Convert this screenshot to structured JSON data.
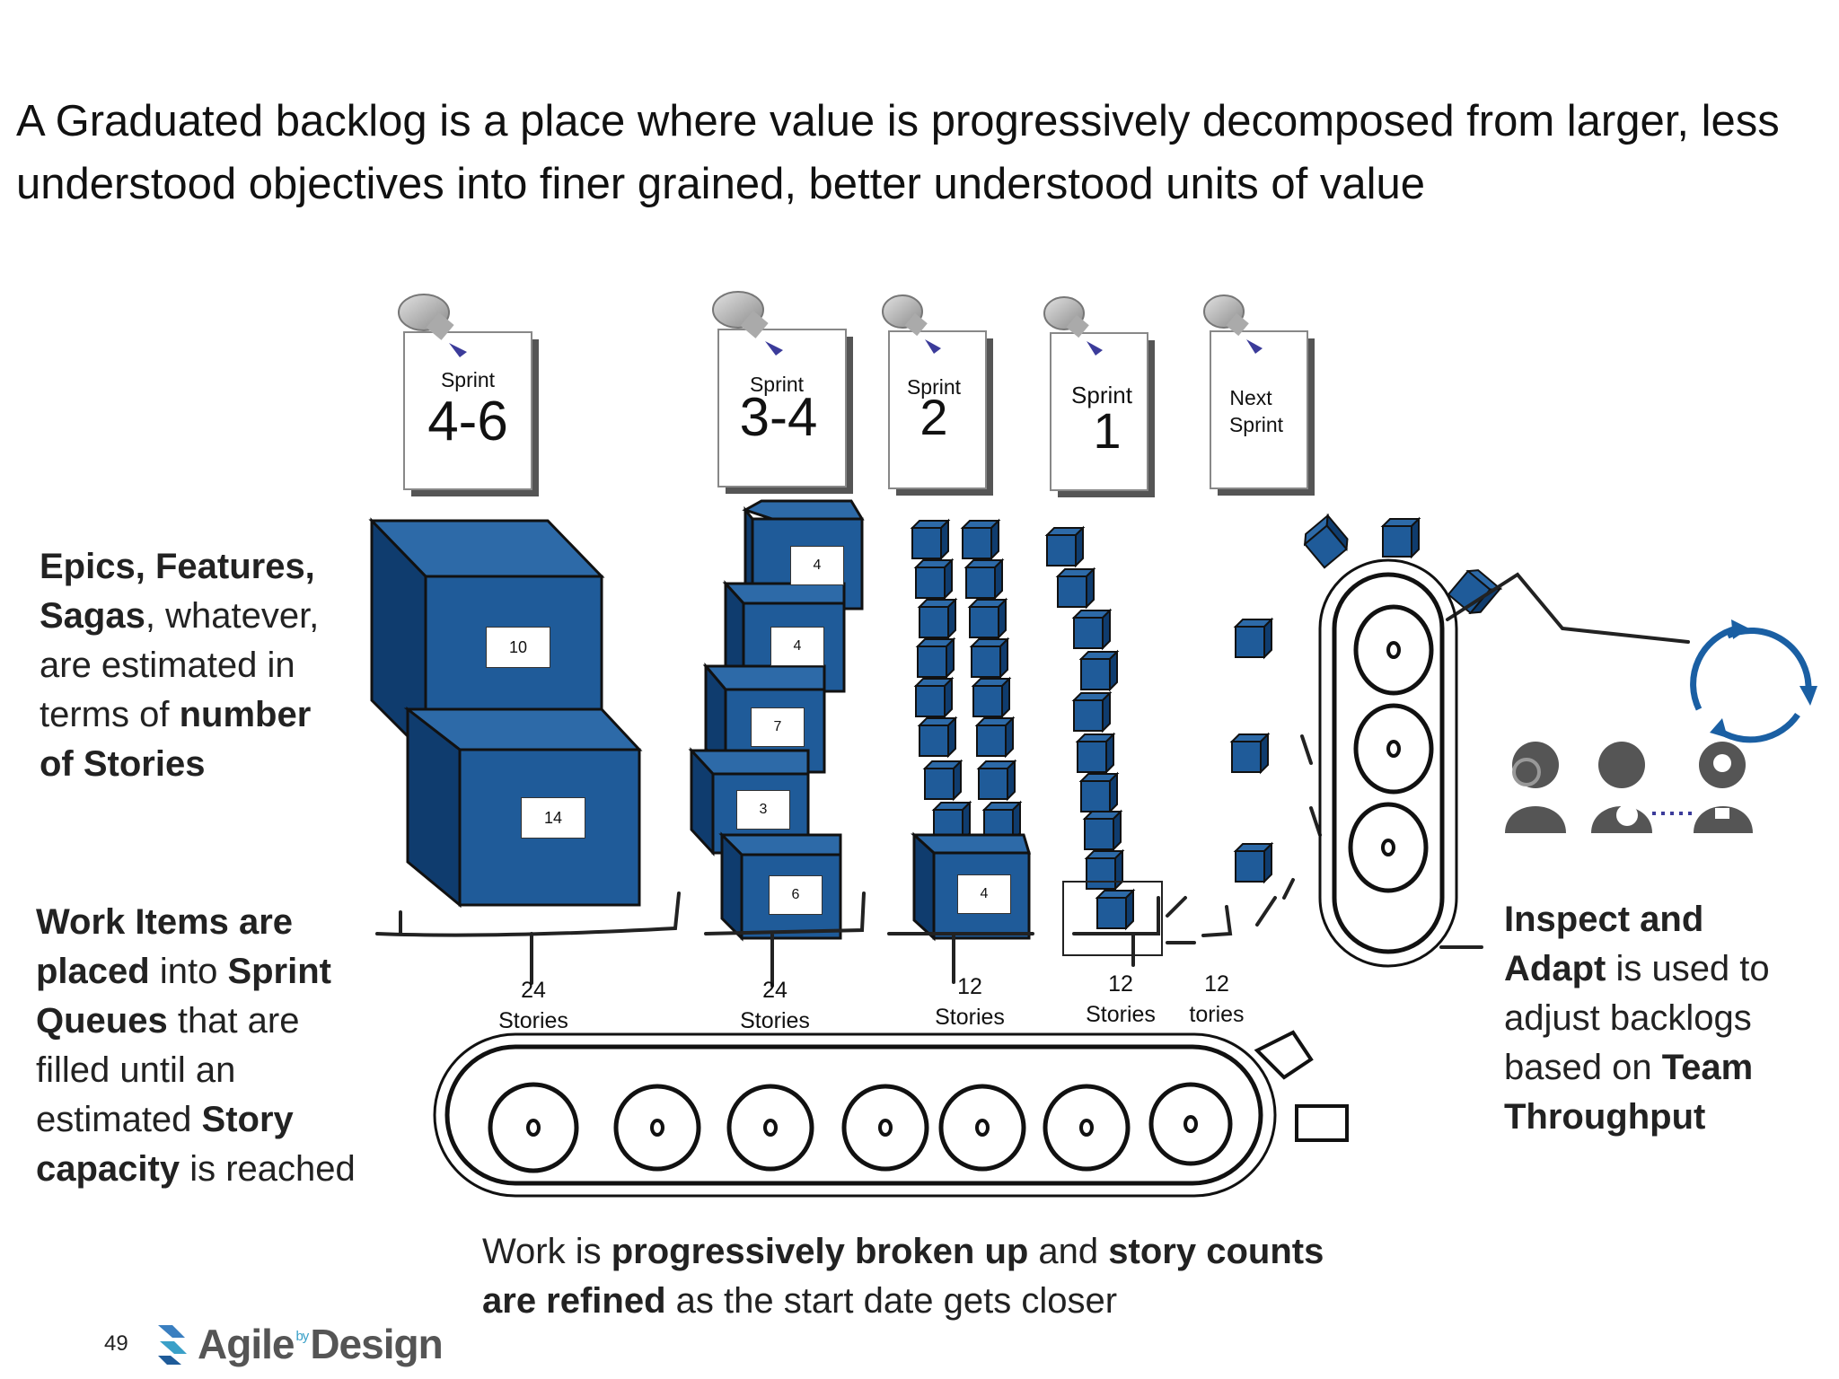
{
  "title": "A Graduated backlog is a place where value is progressively decomposed from larger, less understood objectives into finer grained, better understood units of value",
  "left_top": {
    "parts": [
      {
        "text": "Epics, Features, Sagas",
        "bold": true
      },
      {
        "text": ", whatever, are estimated in terms of ",
        "bold": false
      },
      {
        "text": "number of Stories",
        "bold": true
      }
    ]
  },
  "left_bottom": {
    "parts": [
      {
        "text": "Work Items are placed",
        "bold": true
      },
      {
        "text": " into ",
        "bold": false
      },
      {
        "text": "Sprint Queues",
        "bold": true
      },
      {
        "text": " that are filled  until an estimated ",
        "bold": false
      },
      {
        "text": "Story capacity",
        "bold": true
      },
      {
        "text": " is reached",
        "bold": false
      }
    ]
  },
  "right_text": {
    "parts": [
      {
        "text": "Inspect and Adapt",
        "bold": true
      },
      {
        "text": " is used to adjust backlogs based on ",
        "bold": false
      },
      {
        "text": "Team Throughput",
        "bold": true
      }
    ]
  },
  "bottom_caption": {
    "parts": [
      {
        "text": "Work is ",
        "bold": false
      },
      {
        "text": "progressively broken up",
        "bold": true
      },
      {
        "text": " and ",
        "bold": false
      },
      {
        "text": "story counts are refined",
        "bold": true
      },
      {
        "text": " as the start date gets closer",
        "bold": false
      }
    ]
  },
  "sprint_notes": [
    {
      "top": "Sprint",
      "big": "4-6"
    },
    {
      "top": "Sprint",
      "big": "3-4"
    },
    {
      "top": "Sprint",
      "big": "2"
    },
    {
      "top": "Sprint",
      "big": "1"
    },
    {
      "top": "Next",
      "big": "Sprint"
    }
  ],
  "box_labels": {
    "col1": [
      "10",
      "14"
    ],
    "col2": [
      "4",
      "4",
      "7",
      "3",
      "6"
    ],
    "col3": [
      "4"
    ]
  },
  "story_counts": [
    {
      "num": "24",
      "label": "Stories"
    },
    {
      "num": "24",
      "label": "Stories"
    },
    {
      "num": "12",
      "label": "Stories"
    },
    {
      "num": "12",
      "label": "Stories"
    },
    {
      "num": "12",
      "label": "tories"
    }
  ],
  "page_number": "49",
  "logo": {
    "agile": "Agile",
    "by": "by",
    "design": "Design"
  },
  "colors": {
    "box_blue": "#1f5b99",
    "box_dark": "#0f3c6e",
    "cycle_blue": "#1a5fa3",
    "person_gray": "#555555"
  }
}
